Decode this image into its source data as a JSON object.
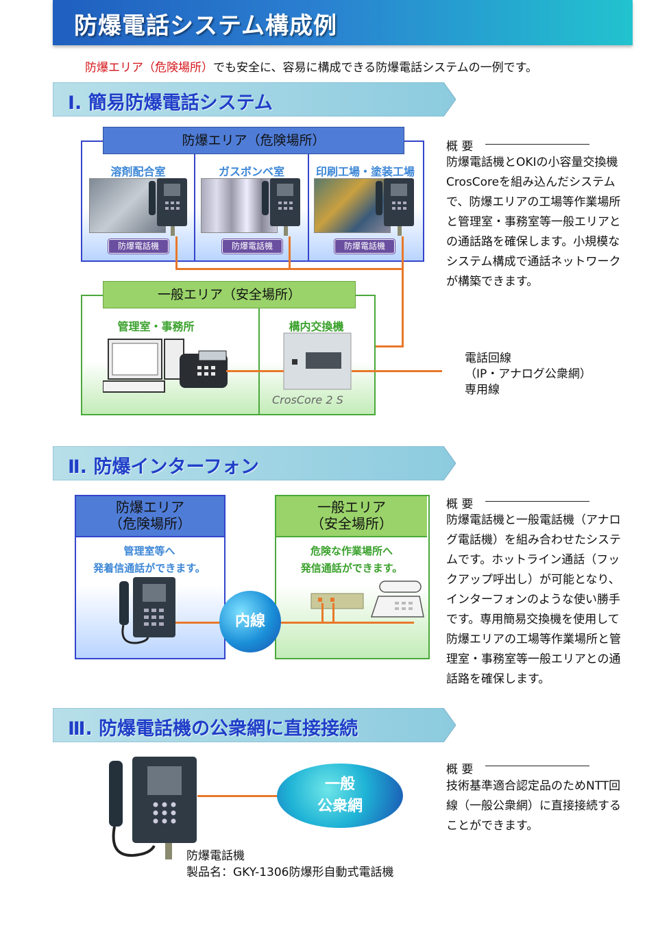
{
  "page": {
    "title": "防爆電話システム構成例",
    "intro_red": "防爆エリア（危険場所）",
    "intro_rest": "でも安全に、容易に構成できる防爆電話システムの一例です。"
  },
  "section1": {
    "heading": "Ⅰ. 簡易防爆電話システム",
    "hazard_area": "防爆エリア（危険場所）",
    "rooms": [
      {
        "name": "溶剤配合室",
        "phone_label": "防爆電話機"
      },
      {
        "name": "ガスボンベ室",
        "phone_label": "防爆電話機"
      },
      {
        "name": "印刷工場・塗装工場",
        "phone_label": "防爆電話機"
      }
    ],
    "safe_area": "一般エリア（安全場所）",
    "office": "管理室・事務所",
    "pbx": "構内交換機",
    "pbx_brand": "CrosCore 2 S",
    "lines": [
      "電話回線",
      "（IP・アナログ公衆網）",
      "専用線"
    ],
    "overview_heading": "概 要",
    "overview": "防爆電話機とOKIの小容量交換機CrosCoreを組み込んだシステムで、防爆エリアの工場等作業場所と管理室・事務室等一般エリアとの通話路を確保します。小規模なシステム構成で通話ネットワークが構築できます。"
  },
  "section2": {
    "heading": "Ⅱ. 防爆インターフォン",
    "hazard_title_1": "防爆エリア",
    "hazard_title_2": "（危険場所）",
    "hazard_note_1": "管理室等へ",
    "hazard_note_2": "発着信通話ができます。",
    "safe_title_1": "一般エリア",
    "safe_title_2": "（安全場所）",
    "safe_note_1": "危険な作業場所へ",
    "safe_note_2": "発信通話ができます。",
    "bubble": "内線",
    "overview_heading": "概 要",
    "overview": "防爆電話機と一般電話機（アナログ電話機）を組み合わせたシステムです。ホットライン通話（フックアップ呼出し）が可能となり、インターフォンのような使い勝手です。専用簡易交換機を使用して防爆エリアの工場等作業場所と管理室・事務室等一般エリアとの通話路を確保します。"
  },
  "section3": {
    "heading": "Ⅲ. 防爆電話機の公衆網に直接接続",
    "bubble_1": "一般",
    "bubble_2": "公衆網",
    "caption_1": "防爆電話機",
    "caption_2": "製品名：GKY-1306防爆形自動式電話機",
    "overview_heading": "概 要",
    "overview": "技術基準適合認定品のためNTT回線（一般公衆網）に直接接続することができます。"
  },
  "colors": {
    "banner_start": "#1f5fbf",
    "banner_end": "#22c3cf",
    "section_arrow": "#9fd2e3",
    "heading_text": "#1f3fc8",
    "hazard_blue": "#4f7cd6",
    "safe_green": "#9ad36a",
    "line_orange": "#e8782a",
    "intro_red": "#d4141a"
  }
}
